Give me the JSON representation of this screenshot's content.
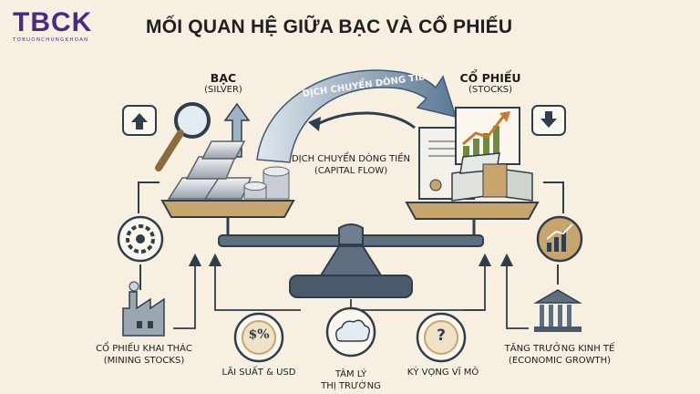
{
  "logo": {
    "main": "TBCK",
    "sub": "TOBUONCHUNGKHOAN"
  },
  "title": "MỐI QUAN HỆ GIỮA BẠC VÀ CỔ PHIẾU",
  "silver": {
    "name": "BẠC",
    "sub": "(SILVER)"
  },
  "stocks": {
    "name": "CỔ PHIẾU",
    "sub": "(STOCKS)"
  },
  "arrow_label": "DỊCH CHUYỂN DÒNG TIỀN",
  "capital_flow": {
    "line1": "DỊCH CHUYỂN DÒNG TIỀN",
    "line2": "(CAPITAL FLOW)"
  },
  "factors": {
    "mining": {
      "line1": "CỔ PHIẾU KHAI THÁC",
      "line2": "(MINING STOCKS)"
    },
    "interest": {
      "line1": "LÃI SUẤT & USD",
      "symbol": "$%"
    },
    "sentiment": {
      "line1": "TÂM LÝ",
      "line2": "THỊ TRƯỜNG"
    },
    "macro": {
      "line1": "KỲ VỌNG VĨ MÔ",
      "symbol": "?"
    },
    "growth": {
      "line1": "TĂNG TRƯỞNG KINH TẾ",
      "line2": "(ECONOMIC GROWTH)"
    }
  },
  "colors": {
    "brand": "#4b2a86",
    "arrow": "#4f6e8c",
    "scale_dark": "#2f3e4d",
    "pan_gold": "#c8a56c",
    "background": "#f7f0e1"
  }
}
